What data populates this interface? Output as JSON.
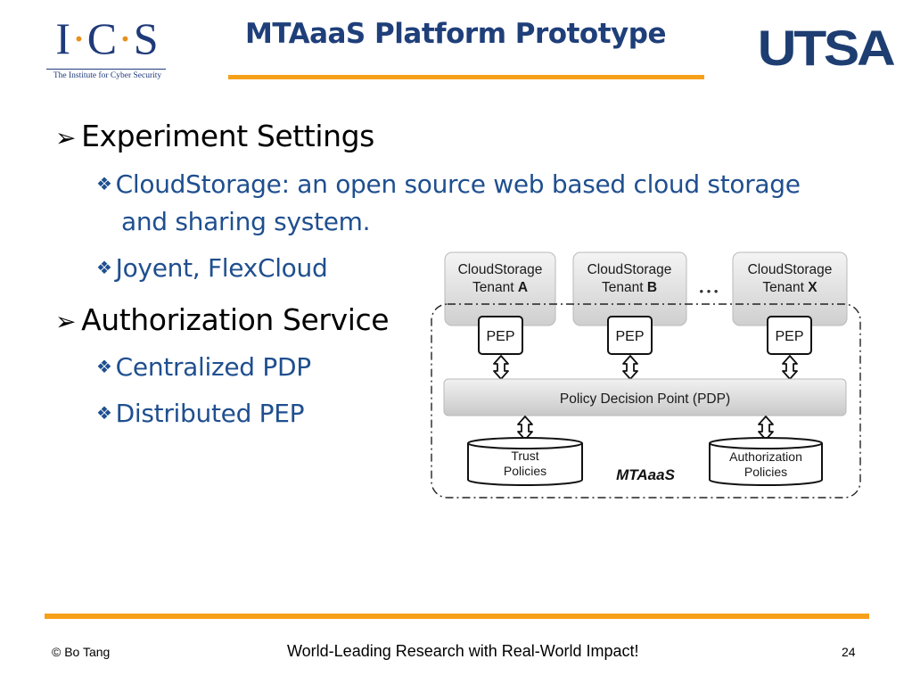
{
  "header": {
    "left_logo": {
      "letters": [
        "I",
        "C",
        "S"
      ],
      "separator": "·",
      "tagline": "The Institute for Cyber Security"
    },
    "right_logo": "UTSA",
    "title": "MTAaaS Platform Prototype"
  },
  "bullets": [
    {
      "text": "Experiment Settings",
      "children": [
        {
          "line1": "CloudStorage: an open source web based cloud storage",
          "line2": "and sharing system."
        },
        {
          "line1": "Joyent, FlexCloud"
        }
      ]
    },
    {
      "text": "Authorization Service",
      "children": [
        {
          "line1": "Centralized PDP"
        },
        {
          "line1": "Distributed PEP"
        }
      ]
    }
  ],
  "diagram": {
    "tenants": [
      {
        "line1": "CloudStorage",
        "line2_prefix": "Tenant ",
        "line2_bold": "A"
      },
      {
        "line1": "CloudStorage",
        "line2_prefix": "Tenant ",
        "line2_bold": "B"
      },
      {
        "line1": "CloudStorage",
        "line2_prefix": "Tenant ",
        "line2_bold": "X"
      }
    ],
    "ellipsis": "• • •",
    "pep_label": "PEP",
    "pdp_label": "Policy Decision Point (PDP)",
    "stores": [
      {
        "line1": "Trust",
        "line2": "Policies"
      },
      {
        "line1": "Authorization",
        "line2": "Policies"
      }
    ],
    "boundary_label": "MTAaaS"
  },
  "footer": {
    "left": "© Bo Tang",
    "middle": "World-Leading Research with Real-World Impact!",
    "page_number": "24"
  },
  "colors": {
    "accent": "#f6a019",
    "title": "#1f3f7a",
    "sub_bullet": "#1f4f8f"
  }
}
